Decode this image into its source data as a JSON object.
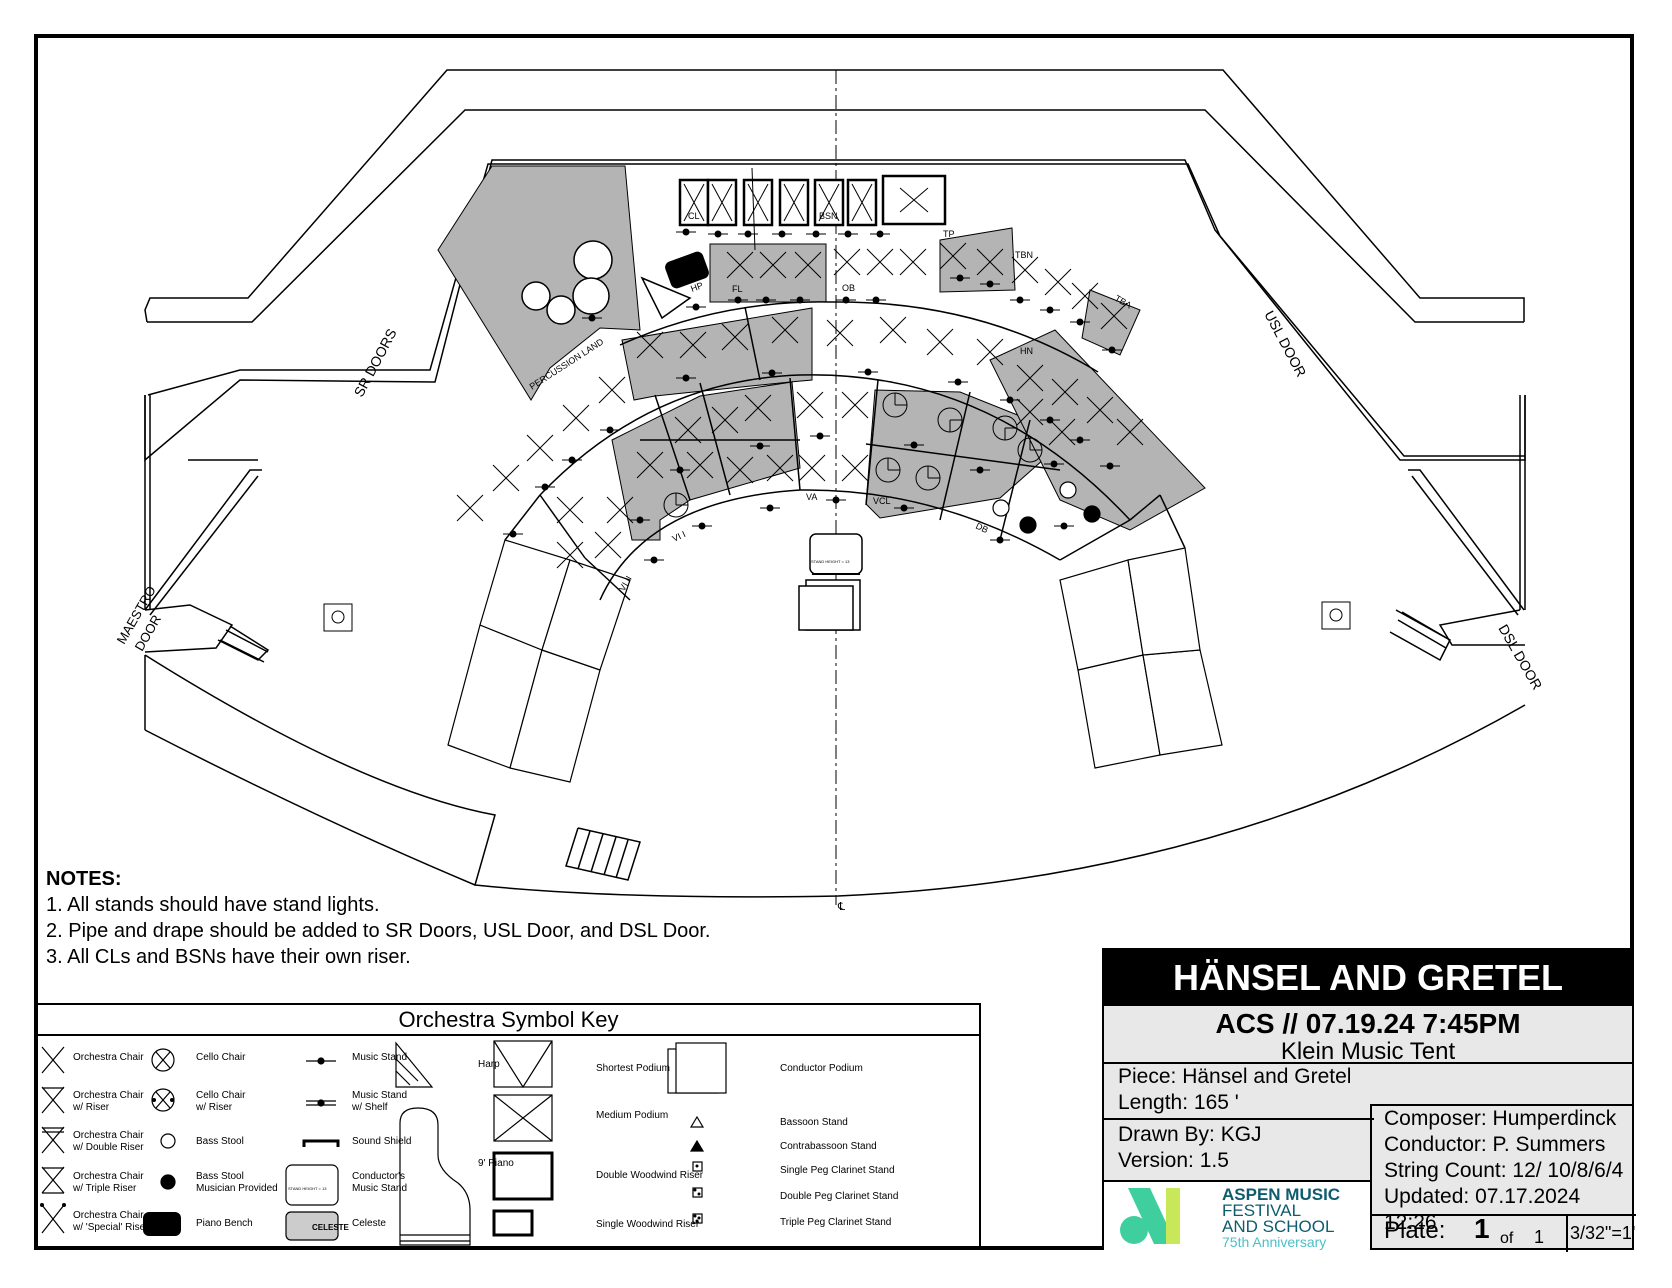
{
  "plan": {
    "labels": {
      "sr_doors": "SR DOORS",
      "usl_door": "USL DOOR",
      "maestro_door_1": "MAESTRO",
      "maestro_door_2": "DOOR",
      "dsl_door": "DSL DOOR",
      "percussion": "PERCUSSION LAND",
      "cl": "CL",
      "bsn": "BSN",
      "fl": "FL",
      "ob": "OB",
      "hp": "HP",
      "tp": "TP",
      "tbn": "TBN",
      "tba": "TBA",
      "hn": "HN",
      "vi1": "VI I",
      "vi2": "VI II",
      "va": "VA",
      "vcl": "VCL",
      "db": "DB",
      "stand_height": "STAND HEIGHT = 13",
      "centerline": "℄"
    }
  },
  "notes": {
    "heading": "NOTES:",
    "items": [
      "1. All stands should have stand lights.",
      "2. Pipe and drape should be added to SR Doors, USL Door, and DSL Door.",
      "3. All CLs and BSNs have their own riser."
    ]
  },
  "symbol_key": {
    "title": "Orchestra Symbol Key",
    "col1": [
      "Orchestra Chair",
      "Orchestra Chair",
      "w/ Riser",
      "Orchestra Chair",
      "w/ Double Riser",
      "Orchestra Chair",
      "w/ Triple Riser",
      "Orchestra Chair",
      "w/ 'Special' Riser"
    ],
    "col2": [
      "Cello Chair",
      "Cello Chair",
      "w/ Riser",
      "Bass Stool",
      "Bass Stool",
      "Musician Provided",
      "Piano Bench"
    ],
    "col3": [
      "Music Stand",
      "Music Stand",
      "w/ Shelf",
      "Sound Shield",
      "Conductor's",
      "Music Stand",
      "Celeste"
    ],
    "celeste_label": "CELESTE",
    "stand_height": "STAND HEIGHT = 13",
    "col4": [
      "Harp",
      "9' Piano"
    ],
    "col5": [
      "Shortest Podium",
      "Medium Podium",
      "Double Woodwind Riser",
      "Single Woodwind Riser"
    ],
    "col6": [
      "Conductor Podium",
      "Bassoon Stand",
      "Contrabassoon Stand",
      "Single Peg Clarinet Stand",
      "Double Peg Clarinet Stand",
      "Triple Peg Clarinet Stand"
    ]
  },
  "title_block": {
    "title": "HÄNSEL AND GRETEL",
    "performance": "ACS // 07.19.24 7:45PM",
    "venue": "Klein Music Tent",
    "piece": "Piece: Hänsel and Gretel",
    "length": "Length: 165 '",
    "drawn_by": "Drawn By: KGJ",
    "version": "Version: 1.5",
    "composer": "Composer:  Humperdinck",
    "conductor": "Conductor: P. Summers",
    "string_count": "String Count: 12/ 10/8/6/4",
    "updated": "Updated: 07.17.2024 12:26",
    "plate_label": "Plate:",
    "plate_num": "1",
    "plate_of": "of",
    "plate_total": "1",
    "scale": "3/32\"=1'",
    "logo_line1": "ASPEN MUSIC",
    "logo_line2": "FESTIVAL",
    "logo_line3": "AND SCHOOL",
    "logo_line4": "75th Anniversary"
  },
  "colors": {
    "shade": "#b4b4b4",
    "logo_green": "#3fcf9f",
    "logo_lime": "#c8e85a",
    "logo_text": "#0e5c6e",
    "logo_anniv": "#4ac0c8"
  }
}
